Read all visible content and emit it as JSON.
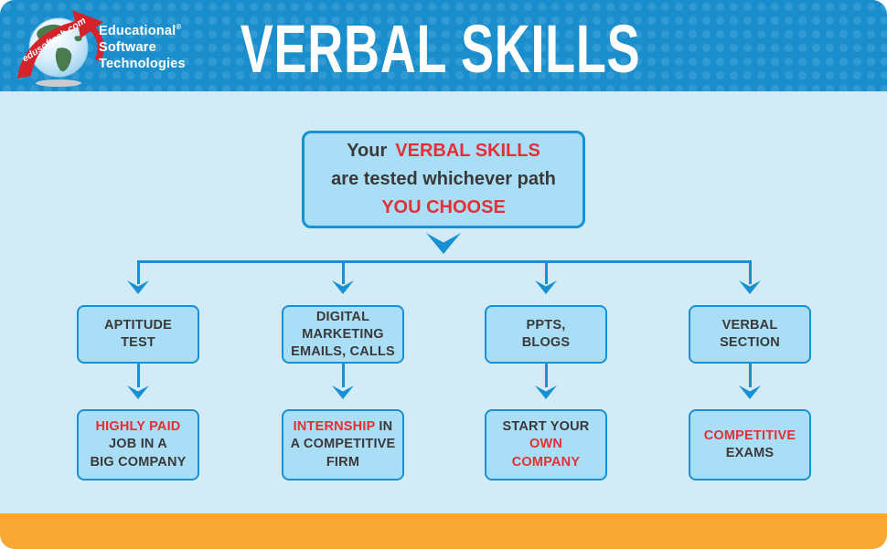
{
  "palette": {
    "header_blue": "#1a8ecd",
    "body_blue": "#d3eaf7",
    "box_fill": "#aadef6",
    "line_blue": "#1791d3",
    "text_dark": "#3a393a",
    "accent_red": "#e42f35",
    "footer_orange": "#f8a933",
    "ribbon_red": "#d4232b",
    "globe_green": "#4a7b4e"
  },
  "logo": {
    "ribbon_text": "edusoftech.com",
    "org_lines": [
      "Educational",
      "Software",
      "Technologies"
    ],
    "registered_mark": "®"
  },
  "header": {
    "title": "VERBAL SKILLS"
  },
  "root": {
    "line1_prefix": "Your",
    "line1_highlight": "VERBAL SKILLS",
    "line2": "are tested whichever path",
    "line3": "YOU CHOOSE"
  },
  "branches": [
    {
      "path_lines": [
        "APTITUDE",
        "TEST"
      ],
      "outcome": [
        [
          {
            "t": "HIGHLY PAID",
            "c": "red"
          }
        ],
        [
          {
            "t": "JOB IN A",
            "c": "dark"
          }
        ],
        [
          {
            "t": "BIG COMPANY",
            "c": "dark"
          }
        ]
      ]
    },
    {
      "path_lines": [
        "DIGITAL",
        "MARKETING",
        "EMAILS, CALLS"
      ],
      "outcome": [
        [
          {
            "t": "INTERNSHIP",
            "c": "red"
          },
          {
            "t": " IN",
            "c": "dark"
          }
        ],
        [
          {
            "t": "A COMPETITIVE",
            "c": "dark"
          }
        ],
        [
          {
            "t": "FIRM",
            "c": "dark"
          }
        ]
      ]
    },
    {
      "path_lines": [
        "PPTS,",
        "BLOGS"
      ],
      "outcome": [
        [
          {
            "t": "START YOUR",
            "c": "dark"
          }
        ],
        [
          {
            "t": "OWN",
            "c": "red"
          }
        ],
        [
          {
            "t": "COMPANY",
            "c": "red"
          }
        ]
      ]
    },
    {
      "path_lines": [
        "VERBAL",
        "SECTION"
      ],
      "outcome": [
        [
          {
            "t": "COMPETITIVE",
            "c": "red"
          }
        ],
        [
          {
            "t": "EXAMS",
            "c": "dark"
          }
        ]
      ]
    }
  ]
}
